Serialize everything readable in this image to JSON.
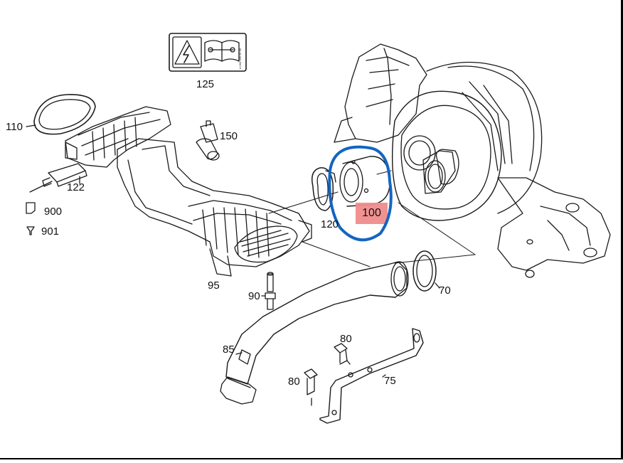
{
  "colors": {
    "line": "#1a1a1a",
    "highlight_fill": "#f08c8c",
    "circle": "#1565c0",
    "background": "#ffffff"
  },
  "labels": {
    "p125": "125",
    "p110": "110",
    "p150": "150",
    "p122": "122",
    "p900": "900",
    "p901": "901",
    "p120": "120",
    "p100": "100",
    "p95": "95",
    "p90": "90",
    "p70": "70",
    "p85": "85",
    "p80a": "80",
    "p80b": "80",
    "p75": "75"
  },
  "icons": [
    "electric-hazard-icon",
    "manual-wrench-icon"
  ]
}
